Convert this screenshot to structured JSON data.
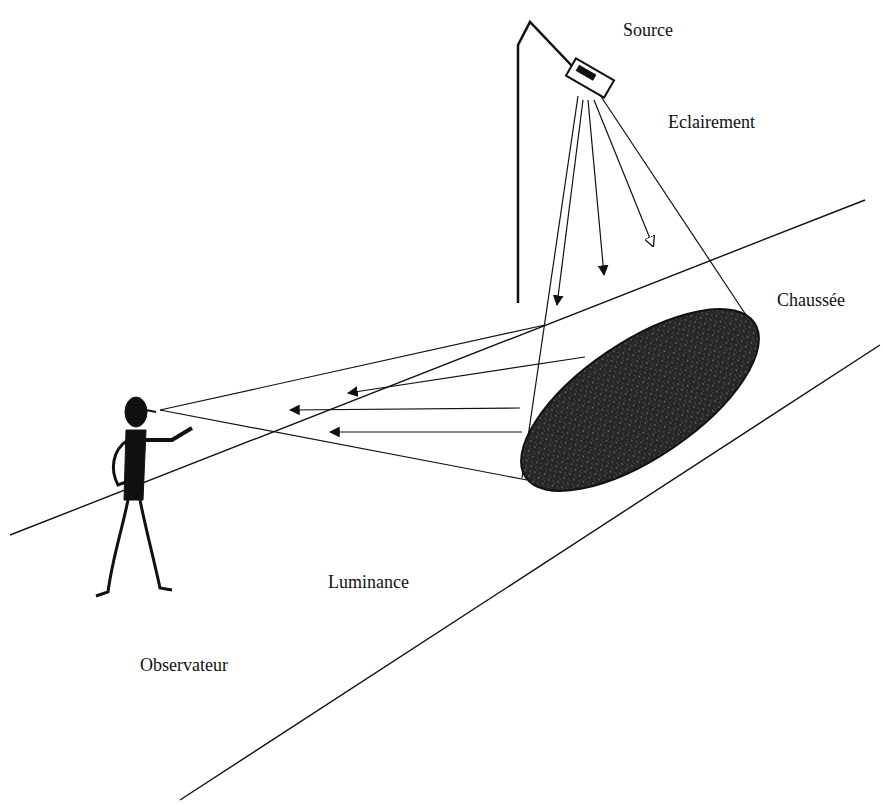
{
  "diagram": {
    "labels": [
      "Source",
      "Eclairement",
      "Chaussée",
      "Luminance",
      "Observateur"
    ]
  }
}
